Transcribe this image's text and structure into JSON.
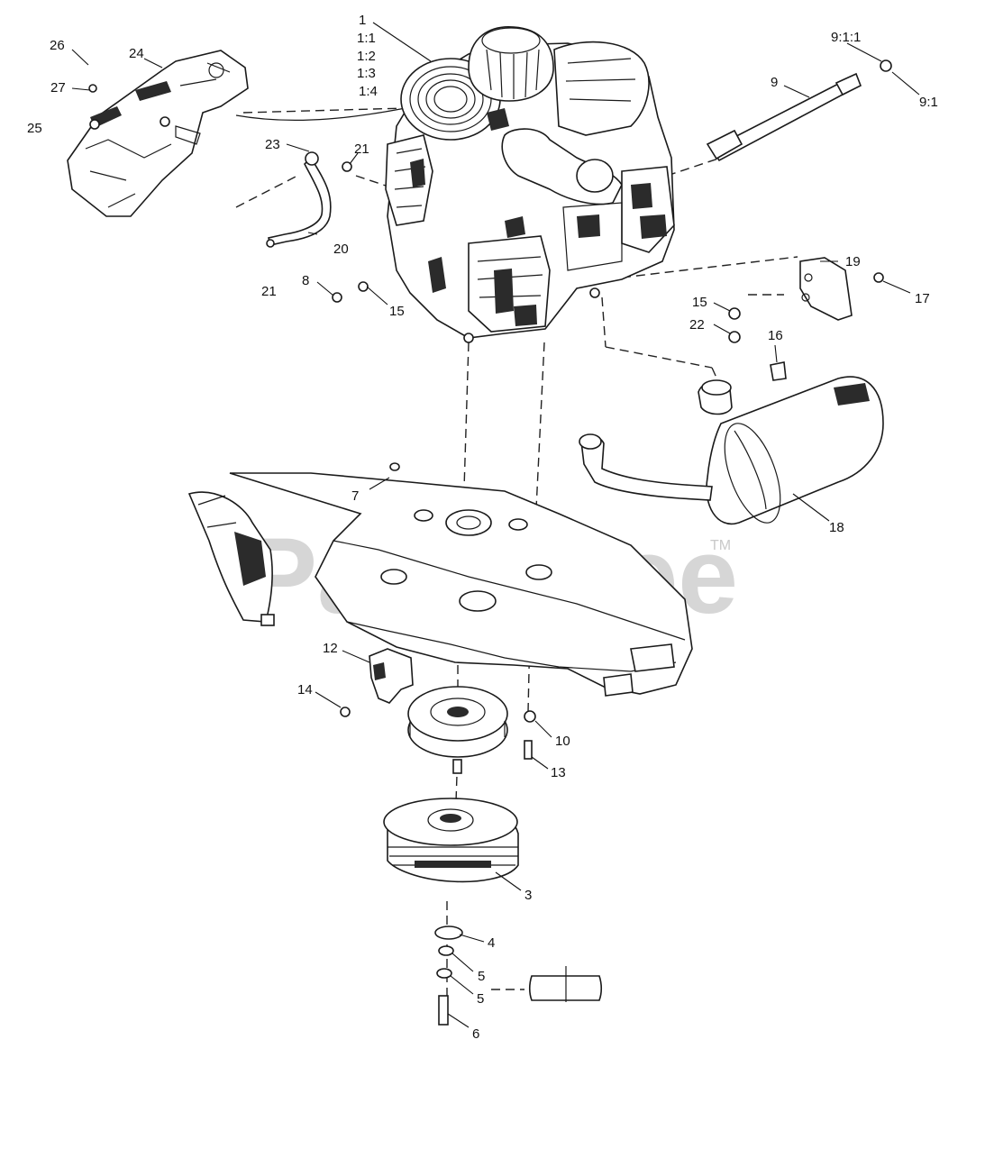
{
  "watermark": {
    "text": "PartsTree",
    "trademark": "TM"
  },
  "callouts": [
    {
      "id": "c-1",
      "text": "1"
    },
    {
      "id": "c-1-1",
      "text": "1:1"
    },
    {
      "id": "c-1-2",
      "text": "1:2"
    },
    {
      "id": "c-1-3",
      "text": "1:3"
    },
    {
      "id": "c-1-4",
      "text": "1:4"
    },
    {
      "id": "c-26",
      "text": "26"
    },
    {
      "id": "c-24",
      "text": "24"
    },
    {
      "id": "c-27",
      "text": "27"
    },
    {
      "id": "c-25",
      "text": "25"
    },
    {
      "id": "c-23",
      "text": "23"
    },
    {
      "id": "c-21a",
      "text": "21"
    },
    {
      "id": "c-20",
      "text": "20"
    },
    {
      "id": "c-21b",
      "text": "21"
    },
    {
      "id": "c-8",
      "text": "8"
    },
    {
      "id": "c-15a",
      "text": "15"
    },
    {
      "id": "c-9-1-1",
      "text": "9:1:1"
    },
    {
      "id": "c-9",
      "text": "9"
    },
    {
      "id": "c-9-1",
      "text": "9:1"
    },
    {
      "id": "c-19",
      "text": "19"
    },
    {
      "id": "c-17",
      "text": "17"
    },
    {
      "id": "c-15b",
      "text": "15"
    },
    {
      "id": "c-22",
      "text": "22"
    },
    {
      "id": "c-16",
      "text": "16"
    },
    {
      "id": "c-18",
      "text": "18"
    },
    {
      "id": "c-7",
      "text": "7"
    },
    {
      "id": "c-12",
      "text": "12"
    },
    {
      "id": "c-14",
      "text": "14"
    },
    {
      "id": "c-10",
      "text": "10"
    },
    {
      "id": "c-13",
      "text": "13"
    },
    {
      "id": "c-3",
      "text": "3"
    },
    {
      "id": "c-4",
      "text": "4"
    },
    {
      "id": "c-5a",
      "text": "5"
    },
    {
      "id": "c-5b",
      "text": "5"
    },
    {
      "id": "c-6",
      "text": "6"
    }
  ]
}
